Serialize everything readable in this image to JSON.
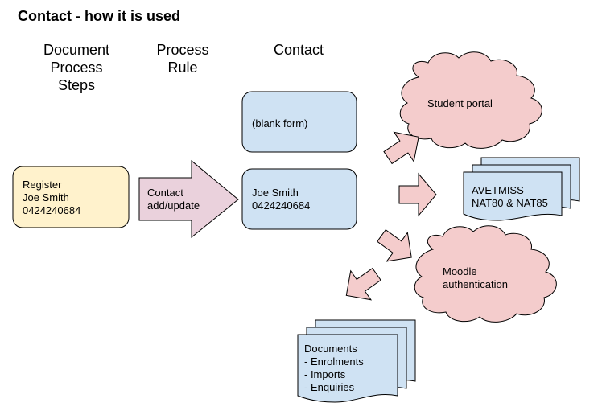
{
  "title": "Contact - how it is used",
  "columns": {
    "steps": "Document\nProcess\nSteps",
    "rule": "Process\nRule",
    "contact": "Contact"
  },
  "register_box": "Register\nJoe Smith\n0424240684",
  "rule_arrow": "Contact\nadd/update",
  "blank_form": "(blank form)",
  "contact_box": "Joe Smith\n0424240684",
  "student_portal": "Student portal",
  "avetmiss": "AVETMISS\nNAT80 & NAT85",
  "moodle": "Moodle\nauthentication",
  "documents": "Documents\n- Enrolments\n- Imports\n- Enquiries",
  "colors": {
    "yellow_fill": "#fff2cc",
    "blue_fill": "#cfe2f3",
    "pink_fill": "#f4cccc",
    "mauve_fill": "#ead1dc",
    "stroke": "#000000"
  }
}
